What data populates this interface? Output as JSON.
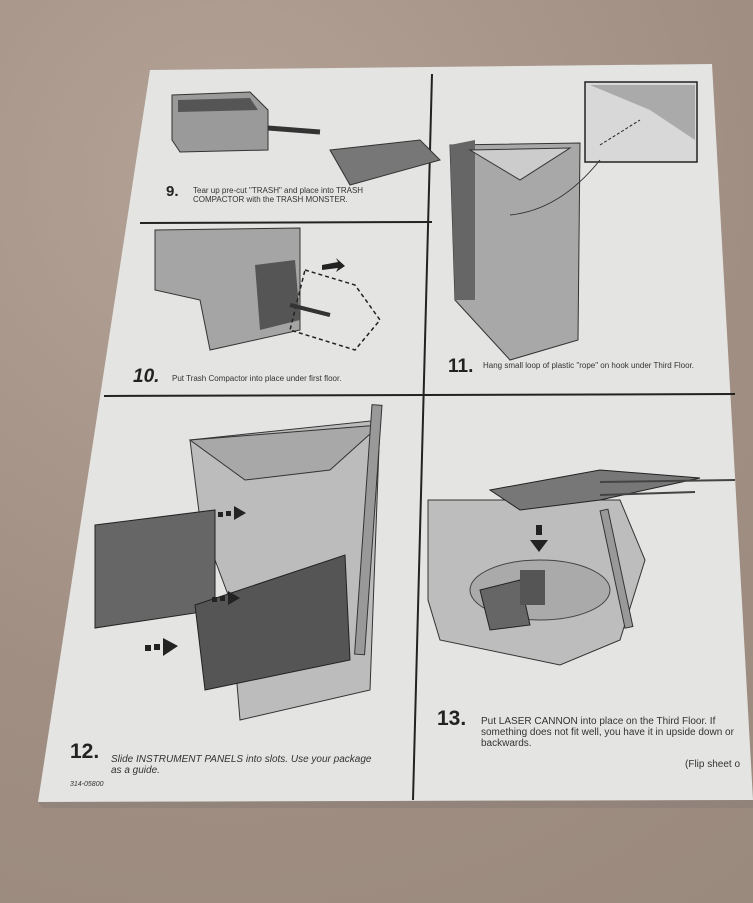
{
  "steps": [
    {
      "number": "9.",
      "text": "Tear up pre-cut \"TRASH\" and place into TRASH COMPACTOR with the TRASH MONSTER."
    },
    {
      "number": "10.",
      "text": "Put Trash Compactor into place under first floor."
    },
    {
      "number": "11.",
      "text": "Hang small loop of plastic \"rope\" on hook under Third Floor."
    },
    {
      "number": "12.",
      "text": "Slide INSTRUMENT PANELS into slots. Use your package as a guide."
    },
    {
      "number": "13.",
      "text": "Put LASER CANNON into place on the Third Floor. If something does not fit well, you have it in upside down or backwards."
    }
  ],
  "footer": {
    "part_number": "314-05800",
    "flip_note": "(Flip sheet o"
  },
  "colors": {
    "sheet": "#e4e4e2",
    "ink": "#222222",
    "background": "#a8968a"
  }
}
